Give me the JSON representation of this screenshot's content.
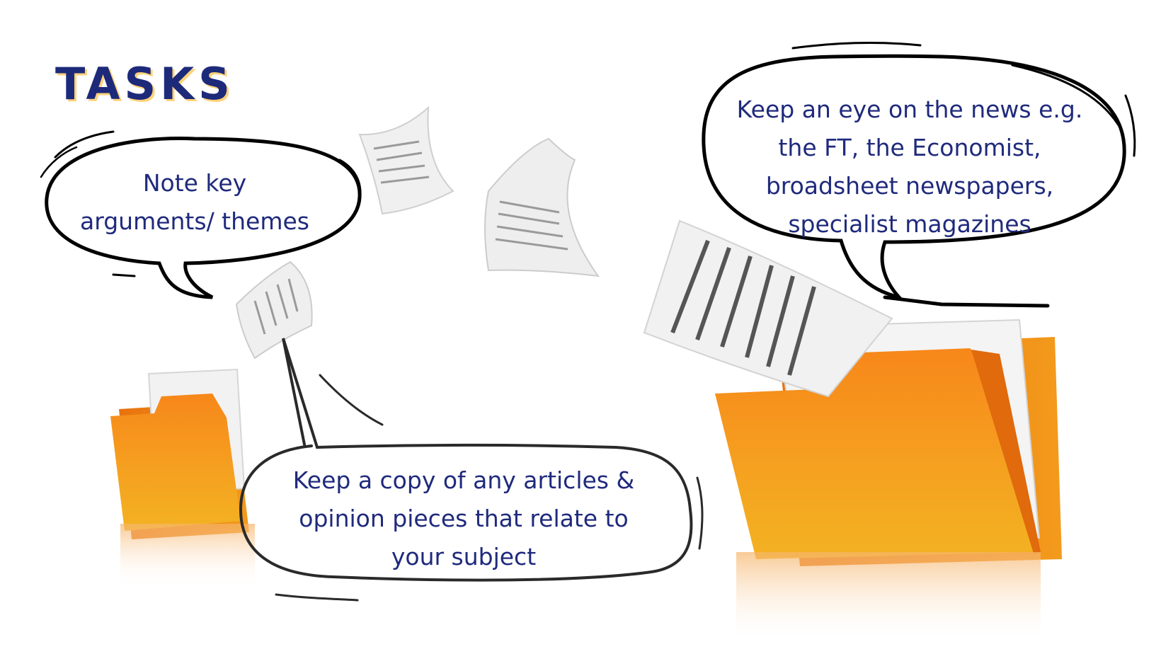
{
  "title": "TASKS",
  "bubbles": {
    "note": {
      "lines": [
        "Note key",
        "arguments/ themes"
      ]
    },
    "news": {
      "lines": [
        "Keep an eye on the news e.g.",
        "the FT, the Economist,",
        "broadsheet newspapers,",
        "specialist magazines"
      ]
    },
    "copy": {
      "lines": [
        "Keep a copy of any articles &",
        "opinion pieces that relate to",
        "your subject"
      ]
    }
  },
  "colors": {
    "text": "#1f2a7c",
    "title_shadow": "#ffd27a",
    "folder_light": "#ffb020",
    "folder_dark": "#f07a10",
    "paper": "#f0f0f0",
    "outline": "#000000"
  },
  "icons": [
    "folder-icon",
    "folder-icon",
    "paper-sheet-icon",
    "speech-bubble-icon"
  ]
}
